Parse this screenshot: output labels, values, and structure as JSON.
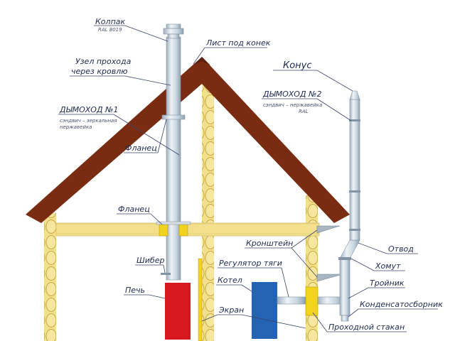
{
  "colors": {
    "roof": "#7a2c12",
    "log": "#f3e08c",
    "log_edge": "#c9a94a",
    "pipe_light": "#e4ecf2",
    "pipe_dark": "#9fb1c0",
    "stove": "#d7191f",
    "boiler": "#2463b4",
    "flange": "#f1d21c",
    "text": "#1f2a4d"
  },
  "labels": {
    "kolpak": "Колпак",
    "kolpak_sub": "RAL 8019",
    "list_pod_konek": "Лист под конек",
    "uzel_line1": "Узел прохода",
    "uzel_line2": "через кровлю",
    "dymohod1": "ДЫМОХОД №1",
    "dymohod1_sub1": "сэндвич – зеркальная",
    "dymohod1_sub2": "нержавейка",
    "flanets_top": "Фланец",
    "flanets_mid": "Фланец",
    "konus": "Конус",
    "dymohod2": "ДЫМОХОД №2",
    "dymohod2_sub1": "сэндвич – нержавейка",
    "dymohod2_sub2": "RAL",
    "otvod": "Отвод",
    "homut": "Хомут",
    "troynik": "Тройник",
    "kondensatosbornik": "Конденсатосборник",
    "kronshteyn": "Кронштейн",
    "regulyator": "Регулятор тяги",
    "shiber": "Шибер",
    "pech": "Печь",
    "kotel": "Котел",
    "ekran": "Экран",
    "prohodnoy": "Проходной стакан"
  }
}
